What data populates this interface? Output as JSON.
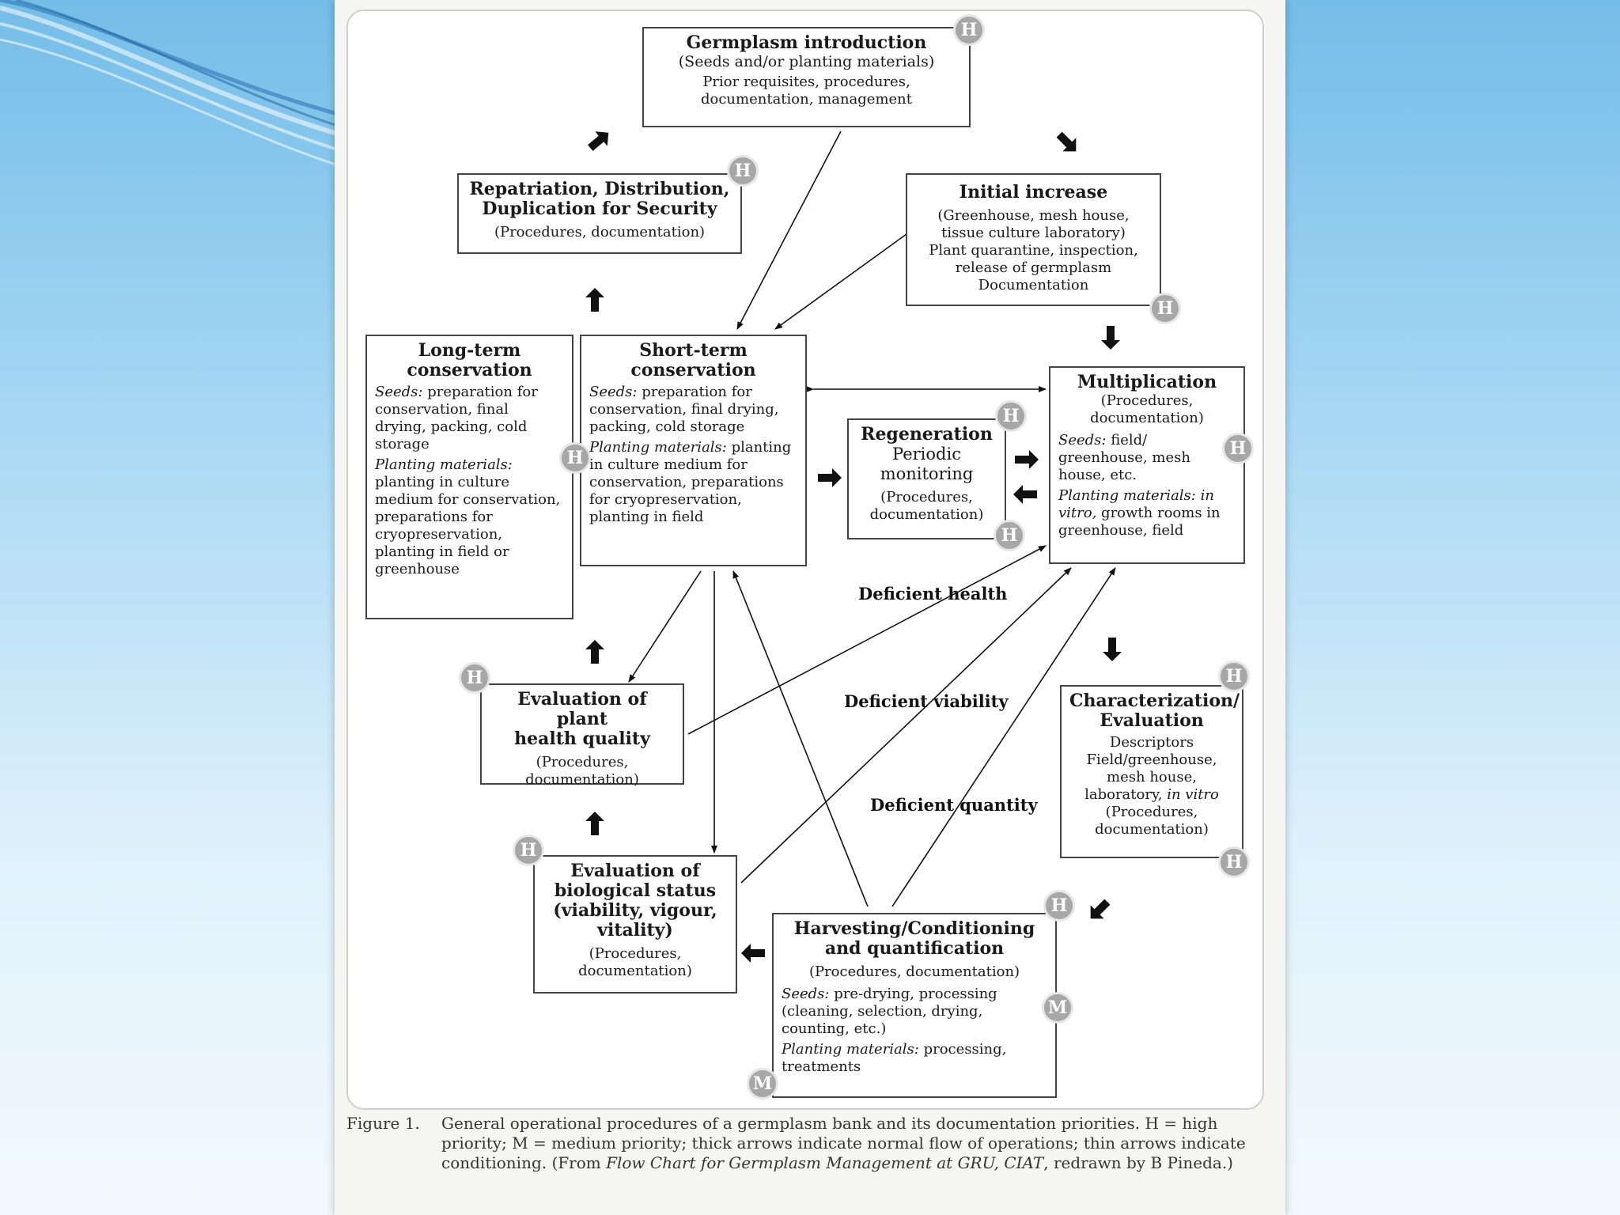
{
  "boxes": {
    "germplasm": {
      "title": "Germplasm introduction",
      "sub": "(Seeds and/or planting materials)",
      "body": "Prior requisites, procedures, documentation, management"
    },
    "repatriation": {
      "title_line1": "Repatriation, Distribution,",
      "title_line2": "Duplication for Security",
      "body": "(Procedures, documentation)"
    },
    "initial": {
      "title": "Initial increase",
      "body_line1": "(Greenhouse, mesh house,",
      "body_line2": "tissue culture laboratory)",
      "body_line3": "Plant quarantine, inspection,",
      "body_line4": "release of germplasm",
      "body_line5": "Documentation"
    },
    "longterm": {
      "title_line1": "Long-term",
      "title_line2": "conservation",
      "seeds_label": "Seeds:",
      "seeds_text": " preparation for conservation, final drying, packing, cold storage",
      "plant_label": "Planting materials:",
      "plant_text": " planting in culture medium for conservation, preparations for cryopreservation, planting in field or greenhouse"
    },
    "shortterm": {
      "title_line1": "Short-term",
      "title_line2": "conservation",
      "seeds_label": "Seeds:",
      "seeds_text": " preparation for conservation, final drying, packing, cold storage",
      "plant_label": "Planting materials:",
      "plant_text": " planting in culture medium for conservation, preparations for cryopreservation, planting in field"
    },
    "regeneration": {
      "title": "Regeneration",
      "sub_line1": "Periodic",
      "sub_line2": "monitoring",
      "body": "(Procedures, documentation)"
    },
    "multiplication": {
      "title": "Multiplication",
      "body": "(Procedures, documentation)",
      "seeds_label": "Seeds:",
      "seeds_text": " field/ greenhouse, mesh house, etc.",
      "plant_label": "Planting materials:",
      "plant_in": " in",
      "plant_vitro": "vitro,",
      "plant_text": " growth rooms in greenhouse, field"
    },
    "evalhealth": {
      "title_line1": "Evaluation of plant",
      "title_line2": "health quality",
      "body": "(Procedures, documentation)"
    },
    "evalbio": {
      "title_line1": "Evaluation of",
      "title_line2": "biological status",
      "title_line3": "(viability, vigour,",
      "title_line4": "vitality)",
      "body": "(Procedures, documentation)"
    },
    "characterization": {
      "title_line1": "Characterization/",
      "title_line2": "Evaluation",
      "body_line1": "Descriptors",
      "body_line2": "Field/greenhouse,",
      "body_line3": "mesh house,",
      "body_line4": "laboratory,",
      "body_invitro": "in vitro",
      "body_line5": "(Procedures, documentation)"
    },
    "harvesting": {
      "title_line1": "Harvesting/Conditioning",
      "title_line2": "and quantification",
      "body": "(Procedures, documentation)",
      "seeds_label": "Seeds:",
      "seeds_text": " pre-drying, processing (cleaning, selection, drying, counting, etc.)",
      "plant_label": "Planting materials:",
      "plant_text": " processing, treatments"
    }
  },
  "conditions": {
    "health": "Deficient health",
    "viability": "Deficient viability",
    "quantity": "Deficient quantity"
  },
  "badges": {
    "high": "H",
    "medium": "M"
  },
  "caption": {
    "figure": "Figure 1.",
    "text_part1": "General operational procedures of a germplasm bank and its documentation priorities. H = high priority; M = medium priority; thick arrows indicate normal flow of operations; thin arrows indicate conditioning. (From ",
    "text_italic": "Flow Chart for Germplasm Management at GRU, CIAT",
    "text_part2": ", redrawn by B Pineda.)"
  },
  "colors": {
    "badge": "#a7a7a7",
    "box_border": "#444444",
    "arrow": "#111111"
  }
}
